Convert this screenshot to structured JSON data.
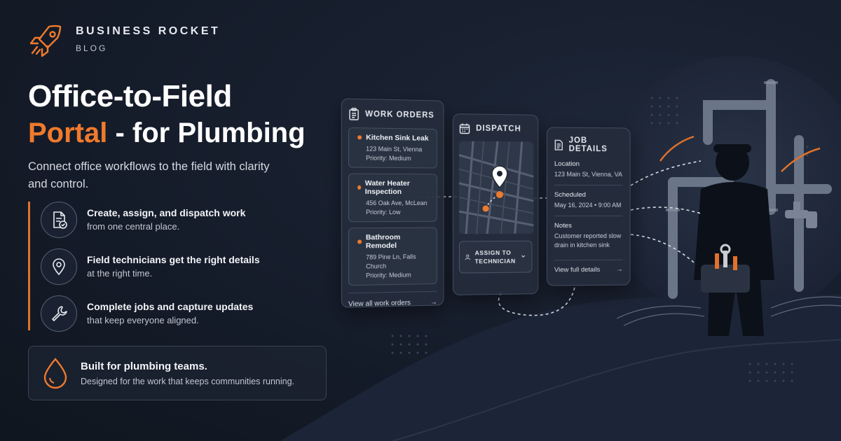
{
  "brand": {
    "name": "BUSINESS ROCKET",
    "sub": "BLOG",
    "logo_icon": "rocket-icon"
  },
  "headline": {
    "line1": "Office-to-Field",
    "accent": "Portal",
    "rest": " - for Plumbing"
  },
  "tagline": "Connect office workflows to the field with clarity and control.",
  "features": [
    {
      "icon": "document-check-icon",
      "title": "Create, assign, and dispatch work",
      "sub": "from one central place."
    },
    {
      "icon": "location-pin-icon",
      "title": "Field technicians get the right details",
      "sub": "at the right time."
    },
    {
      "icon": "wrench-icon",
      "title": "Complete jobs and capture updates",
      "sub": "that keep everyone aligned."
    }
  ],
  "built": {
    "icon": "water-drop-icon",
    "title": "Built for plumbing teams.",
    "sub": "Designed for the work that keeps communities running."
  },
  "work_orders": {
    "title": "WORK ORDERS",
    "items": [
      {
        "title": "Kitchen Sink Leak",
        "address": "123 Main St, Vienna",
        "priority": "Priority: Medium"
      },
      {
        "title": "Water Heater Inspection",
        "address": "456 Oak Ave, McLean",
        "priority": "Priority: Low"
      },
      {
        "title": "Bathroom Remodel",
        "address": "789 Pine Ln, Falls Church",
        "priority": "Priority: Medium"
      }
    ],
    "footer": "View all work orders",
    "footer_arrow": "→"
  },
  "dispatch": {
    "title": "DISPATCH",
    "assign_line1": "ASSIGN TO",
    "assign_line2": "TECHNICIAN",
    "chevron": "⌄"
  },
  "job_details": {
    "title": "JOB DETAILS",
    "location_label": "Location",
    "location_value": "123 Main St, Vienna, VA",
    "scheduled_label": "Scheduled",
    "scheduled_value": "May 16, 2024 • 9:00 AM",
    "notes_label": "Notes",
    "notes_line1": "Customer reported slow",
    "notes_line2": "drain in kitchen sink",
    "footer": "View full details",
    "footer_arrow": "→"
  },
  "colors": {
    "accent": "#f07a2c",
    "background": "#141b29",
    "panel": "#242c3c"
  }
}
